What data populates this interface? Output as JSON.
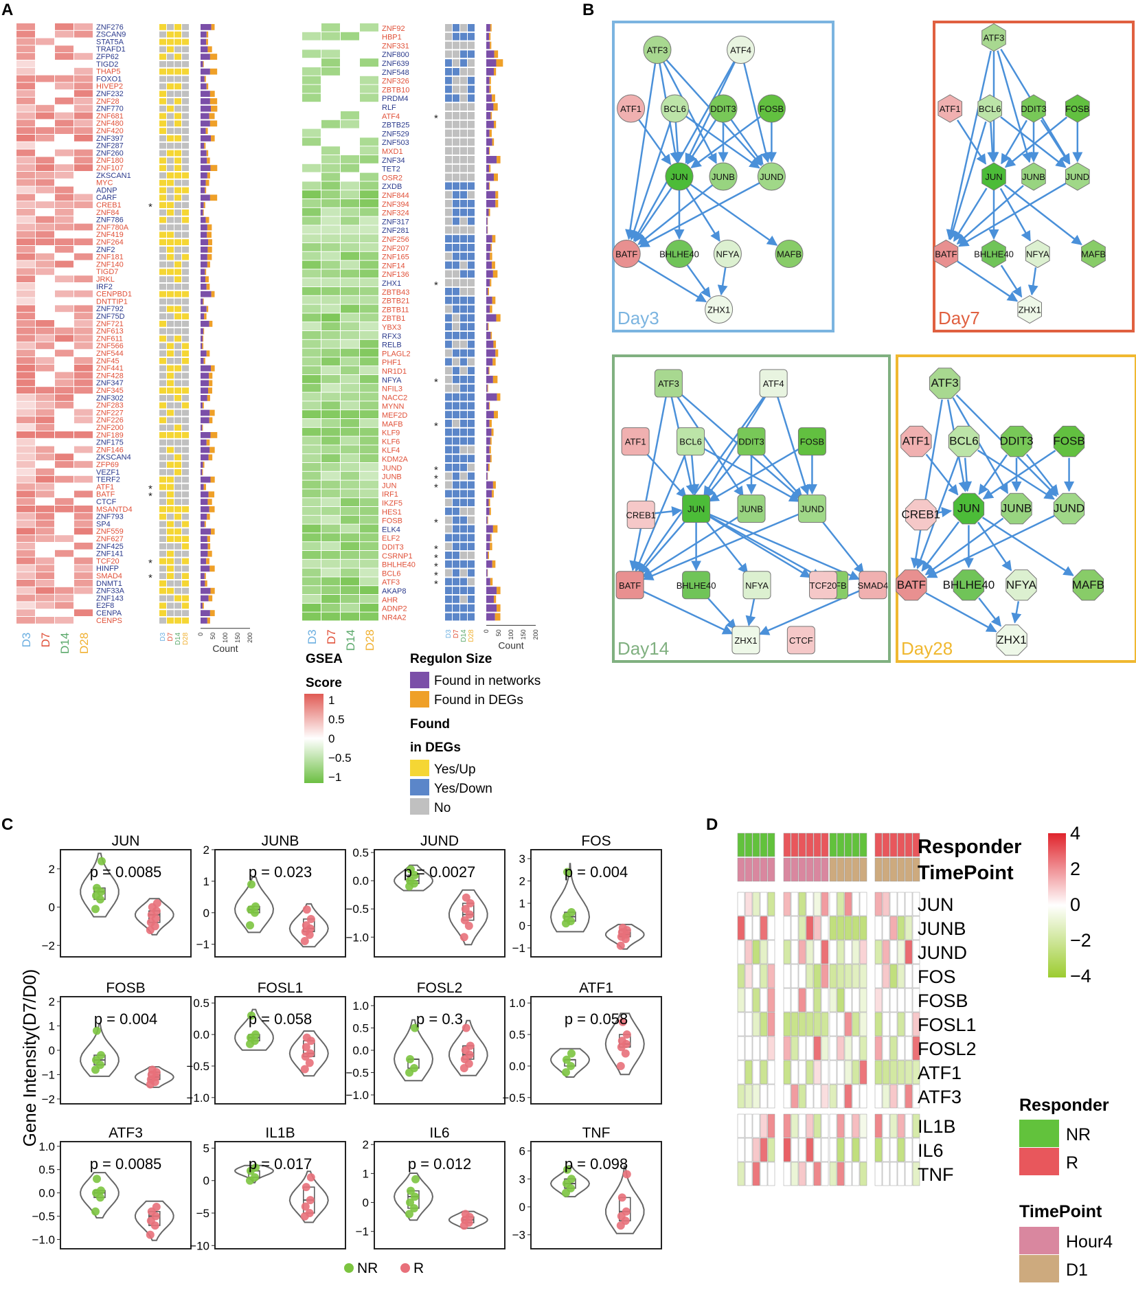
{
  "panel_labels": [
    "A",
    "B",
    "C",
    "D"
  ],
  "chart_data": [
    {
      "type": "heatmap",
      "panel": "A",
      "block_left": {
        "timepoints": [
          "D3",
          "D7",
          "D14",
          "D28"
        ],
        "genes": [
          "ZNF276",
          "ZSCAN9",
          "STAT5A",
          "TRAFD1",
          "ZFP62",
          "TIGD2",
          "THAP5",
          "FOXO1",
          "HIVEP2",
          "ZNF232",
          "ZNF28",
          "ZNF770",
          "ZNF681",
          "ZNF480",
          "ZNF420",
          "ZNF397",
          "ZNF287",
          "ZNF260",
          "ZNF180",
          "ZNF107",
          "ZKSCAN1",
          "MYC",
          "ADNP",
          "CARF",
          "CREB1",
          "ZNF84",
          "ZNF786",
          "ZNF780A",
          "ZNF419",
          "ZNF264",
          "ZNF2",
          "ZNF181",
          "ZNF140",
          "TIGD7",
          "JRKL",
          "IRF2",
          "CENPBD1",
          "DNTTIP1",
          "ZNF792",
          "ZNF75D",
          "ZNF721",
          "ZNF613",
          "ZNF611",
          "ZNF566",
          "ZNF544",
          "ZNF45",
          "ZNF441",
          "ZNF428",
          "ZNF347",
          "ZNF345",
          "ZNF302",
          "ZNF283",
          "ZNF227",
          "ZNF226",
          "ZNF200",
          "ZNF189",
          "ZNF175",
          "ZNF146",
          "ZKSCAN4",
          "ZFP69",
          "VEZF1",
          "TERF2",
          "ATF1",
          "BATF",
          "CTCF",
          "MSANTD4",
          "ZNF793",
          "SP4",
          "ZNF559",
          "ZNF627",
          "ZNF425",
          "ZNF141",
          "TCF20",
          "HINFP",
          "SMAD4",
          "DNMT1",
          "ZNF33A",
          "ZNF143",
          "E2F8",
          "CENPA",
          "CENPS"
        ],
        "starred": [
          "CREB1",
          "ATF1",
          "BATF",
          "TCF20",
          "SMAD4"
        ],
        "count_ticks": [
          "0",
          "50",
          "100",
          "150",
          "200"
        ],
        "count_label": "Count"
      },
      "block_right": {
        "timepoints": [
          "D3",
          "D7",
          "D14",
          "D28"
        ],
        "genes": [
          "ZNF92",
          "HBP1",
          "ZNF331",
          "ZNF800",
          "ZNF639",
          "ZNF548",
          "ZNF326",
          "ZBTB10",
          "PRDM4",
          "RLF",
          "ATF4",
          "ZBTB25",
          "ZNF529",
          "ZNF503",
          "MXD1",
          "ZNF34",
          "TET2",
          "OSR2",
          "ZXDB",
          "ZNF844",
          "ZNF394",
          "ZNF324",
          "ZNF317",
          "ZNF281",
          "ZNF256",
          "ZNF207",
          "ZNF165",
          "ZNF14",
          "ZNF136",
          "ZHX1",
          "ZBTB43",
          "ZBTB21",
          "ZBTB11",
          "ZBTB1",
          "YBX3",
          "RFX3",
          "RELB",
          "PLAGL2",
          "PHF1",
          "NR1D1",
          "NFYA",
          "NFIL3",
          "NACC2",
          "MYNN",
          "MEF2D",
          "MAFB",
          "KLF9",
          "KLF6",
          "KLF4",
          "KDM2A",
          "JUND",
          "JUNB",
          "JUN",
          "IRF1",
          "IKZF5",
          "HES1",
          "FOSB",
          "ELK4",
          "ELF2",
          "DDIT3",
          "CSRNP1",
          "BHLHE40",
          "BCL6",
          "ATF3",
          "AKAP8",
          "AHR",
          "ADNP2",
          "NR4A2"
        ],
        "starred": [
          "ATF4",
          "ZHX1",
          "NFYA",
          "MAFB",
          "JUND",
          "JUNB",
          "JUN",
          "FOSB",
          "DDIT3",
          "CSRNP1",
          "BHLHE40",
          "BCL6",
          "ATF3"
        ],
        "count_ticks": [
          "0",
          "50",
          "100",
          "150",
          "200"
        ],
        "count_label": "Count"
      },
      "legend": {
        "gsea_title": [
          "GSEA",
          "Score"
        ],
        "gsea_ticks": [
          "1",
          "0.5",
          "0",
          "−0.5",
          "−1"
        ],
        "regulon_title": "Regulon Size",
        "regulon_items": [
          {
            "label": "Found in networks",
            "color": "#7b4fa8"
          },
          {
            "label": "Found in DEGs",
            "color": "#efa028"
          }
        ],
        "deg_title": [
          "Found",
          "in DEGs"
        ],
        "deg_items": [
          {
            "label": "Yes/Up",
            "color": "#f5d634"
          },
          {
            "label": "Yes/Down",
            "color": "#5b86c9"
          },
          {
            "label": "No",
            "color": "#c0c0c0"
          }
        ]
      },
      "colors": {
        "up_gene_text": "#e05038",
        "down_gene_text": "#2b3a8c",
        "pos_score": "#e05a54",
        "neg_score": "#6cbf42",
        "d3": "#6aaee0",
        "d7": "#e05038",
        "d14": "#5aa86a",
        "d28": "#f0b030"
      }
    },
    {
      "type": "diagram",
      "panel": "B",
      "networks": [
        {
          "title": "Day3",
          "border": "#7bb4e0",
          "shape": "circle",
          "nodes": [
            "ATF3",
            "ATF4",
            "ATF1",
            "BCL6",
            "DDIT3",
            "FOSB",
            "JUN",
            "JUNB",
            "JUND",
            "BATF",
            "BHLHE40",
            "NFYA",
            "MAFB",
            "ZHX1"
          ]
        },
        {
          "title": "Day7",
          "border": "#e06040",
          "shape": "hexagon",
          "nodes": [
            "ATF3",
            "ATF1",
            "BCL6",
            "DDIT3",
            "FOSB",
            "JUN",
            "JUNB",
            "JUND",
            "BATF",
            "BHLHE40",
            "NFYA",
            "MAFB",
            "ZHX1"
          ]
        },
        {
          "title": "Day14",
          "border": "#80b080",
          "shape": "roundrect",
          "nodes": [
            "ATF3",
            "ATF4",
            "ATF1",
            "BCL6",
            "DDIT3",
            "FOSB",
            "CREB1",
            "JUN",
            "JUNB",
            "JUND",
            "BATF",
            "BHLHE40",
            "NFYA",
            "MAFB",
            "TCF20",
            "SMAD4",
            "ZHX1",
            "CTCF"
          ]
        },
        {
          "title": "Day28",
          "border": "#f0b830",
          "shape": "octagon",
          "nodes": [
            "ATF3",
            "ATF1",
            "BCL6",
            "DDIT3",
            "FOSB",
            "CREB1",
            "JUN",
            "JUNB",
            "JUND",
            "BATF",
            "BHLHE40",
            "NFYA",
            "MAFB",
            "ZHX1"
          ]
        }
      ]
    },
    {
      "type": "scatter",
      "panel": "C",
      "ylabel": "Gene Intensity(D7/D0)",
      "groups": [
        "NR",
        "R"
      ],
      "group_colors": {
        "NR": "#7cc440",
        "R": "#e8707a"
      },
      "plots": [
        {
          "title": "JUN",
          "p": "p = 0.0085",
          "yticks": [
            "2",
            "0",
            "−2"
          ],
          "ylim": [
            -2.6,
            3.0
          ],
          "NR": [
            2.4,
            1.0,
            0.8,
            0.6,
            0.4,
            -0.1
          ],
          "R": [
            0.2,
            0.0,
            -0.2,
            -0.4,
            -0.6,
            -0.8,
            -1.0,
            -1.2
          ]
        },
        {
          "title": "JUNB",
          "p": "p = 0.023",
          "yticks": [
            "2",
            "1",
            "0",
            "−1"
          ],
          "ylim": [
            -1.4,
            2.0
          ],
          "NR": [
            0.9,
            0.2,
            0.1,
            0.0,
            -0.4
          ],
          "R": [
            0.1,
            -0.2,
            -0.4,
            -0.5,
            -0.6,
            -0.7,
            -0.9
          ]
        },
        {
          "title": "JUND",
          "p": "p = 0.0027",
          "yticks": [
            "0.5",
            "0.0",
            "−0.5",
            "−1.0"
          ],
          "ylim": [
            -1.35,
            0.55
          ],
          "NR": [
            0.2,
            0.1,
            0.0,
            -0.05,
            -0.1
          ],
          "R": [
            -0.3,
            -0.4,
            -0.5,
            -0.6,
            -0.7,
            -0.8,
            -1.0
          ]
        },
        {
          "title": "FOS",
          "p": "p = 0.004",
          "yticks": [
            "3",
            "2",
            "1",
            "0",
            "−1"
          ],
          "ylim": [
            -1.4,
            3.4
          ],
          "NR": [
            2.4,
            0.6,
            0.4,
            0.2,
            0.1
          ],
          "R": [
            -0.1,
            -0.2,
            -0.3,
            -0.4,
            -0.5,
            -0.6,
            -0.9
          ]
        },
        {
          "title": "FOSB",
          "p": "p = 0.004",
          "yticks": [
            "2",
            "1",
            "0",
            "−1",
            "−2"
          ],
          "ylim": [
            -2.2,
            2.2
          ],
          "NR": [
            0.8,
            -0.2,
            -0.4,
            -0.6,
            -0.8
          ],
          "R": [
            -0.8,
            -0.9,
            -1.0,
            -1.1,
            -1.2,
            -1.3,
            -1.4
          ]
        },
        {
          "title": "FOSL1",
          "p": "p = 0.058",
          "yticks": [
            "0.5",
            "0.0",
            "−0.5",
            "−1.0"
          ],
          "ylim": [
            -1.1,
            0.6
          ],
          "NR": [
            0.3,
            0.0,
            -0.05,
            -0.1,
            -0.15
          ],
          "R": [
            -0.05,
            -0.1,
            -0.2,
            -0.3,
            -0.35,
            -0.45,
            -0.55
          ]
        },
        {
          "title": "FOSL2",
          "p": "p = 0.3",
          "yticks": [
            "1.0",
            "0.5",
            "0.0",
            "−0.5",
            "−1.0"
          ],
          "ylim": [
            -1.2,
            1.2
          ],
          "NR": [
            0.5,
            -0.2,
            -0.4,
            -0.5
          ],
          "R": [
            0.5,
            0.1,
            0.0,
            -0.1,
            -0.2,
            -0.3,
            -0.4
          ]
        },
        {
          "title": "ATF1",
          "p": "p = 0.058",
          "yticks": [
            "1.0",
            "0.5",
            "0.0",
            "−0.5"
          ],
          "ylim": [
            -0.6,
            1.1
          ],
          "NR": [
            0.2,
            0.1,
            0.0,
            -0.1
          ],
          "R": [
            0.7,
            0.5,
            0.4,
            0.35,
            0.3,
            0.2,
            0.0
          ]
        },
        {
          "title": "ATF3",
          "p": "p = 0.0085",
          "yticks": [
            "1.0",
            "0.5",
            "0.0",
            "−0.5",
            "−1.0"
          ],
          "ylim": [
            -1.2,
            1.1
          ],
          "NR": [
            0.3,
            0.05,
            0.0,
            -0.1,
            -0.4
          ],
          "R": [
            -0.3,
            -0.4,
            -0.5,
            -0.6,
            -0.7,
            -0.9
          ]
        },
        {
          "title": "IL1B",
          "p": "p = 0.017",
          "yticks": [
            "5",
            "0",
            "−5",
            "−10"
          ],
          "ylim": [
            -10.5,
            6
          ],
          "NR": [
            2.0,
            1.5,
            0.5,
            0.0
          ],
          "R": [
            0.5,
            -1.0,
            -3.0,
            -4.0,
            -5.0,
            -5.5
          ]
        },
        {
          "title": "IL6",
          "p": "p = 0.012",
          "yticks": [
            "2",
            "1",
            "0",
            "−1"
          ],
          "ylim": [
            -1.6,
            2.1
          ],
          "NR": [
            0.8,
            0.4,
            0.2,
            0.0,
            -0.2,
            -0.4
          ],
          "R": [
            -0.4,
            -0.5,
            -0.6,
            -0.7,
            -0.8
          ]
        },
        {
          "title": "TNF",
          "p": "p = 0.098",
          "yticks": [
            "6",
            "3",
            "0",
            "−3"
          ],
          "ylim": [
            -4.5,
            7
          ],
          "NR": [
            4.0,
            3.0,
            2.5,
            2.0,
            1.5
          ],
          "R": [
            3.5,
            1.0,
            -0.5,
            -1.0,
            -1.5,
            -2.0
          ]
        }
      ]
    },
    {
      "type": "heatmap",
      "panel": "D",
      "rows": [
        "JUN",
        "JUNB",
        "JUND",
        "FOS",
        "FOSB",
        "FOSL1",
        "FOSL2",
        "ATF1",
        "ATF3",
        "IL1B",
        "IL6",
        "TNF"
      ],
      "annotation_rows": [
        "Responder",
        "TimePoint"
      ],
      "colorbar_ticks": [
        "4",
        "2",
        "0",
        "−2",
        "−4"
      ],
      "legend": {
        "responder_title": "Responder",
        "responder_items": [
          {
            "label": "NR",
            "color": "#62c23c"
          },
          {
            "label": "R",
            "color": "#e8575c"
          }
        ],
        "timepoint_title": "TimePoint",
        "timepoint_items": [
          {
            "label": "Hour4",
            "color": "#d9879f"
          },
          {
            "label": "D1",
            "color": "#cdaa7e"
          }
        ]
      },
      "groups": [
        {
          "responder": "NR",
          "timepoint": "Hour4",
          "n": 5
        },
        {
          "responder": "R",
          "timepoint": "Hour4",
          "n": 6
        },
        {
          "responder": "NR",
          "timepoint": "D1",
          "n": 5
        },
        {
          "responder": "R",
          "timepoint": "D1",
          "n": 6
        }
      ]
    }
  ]
}
